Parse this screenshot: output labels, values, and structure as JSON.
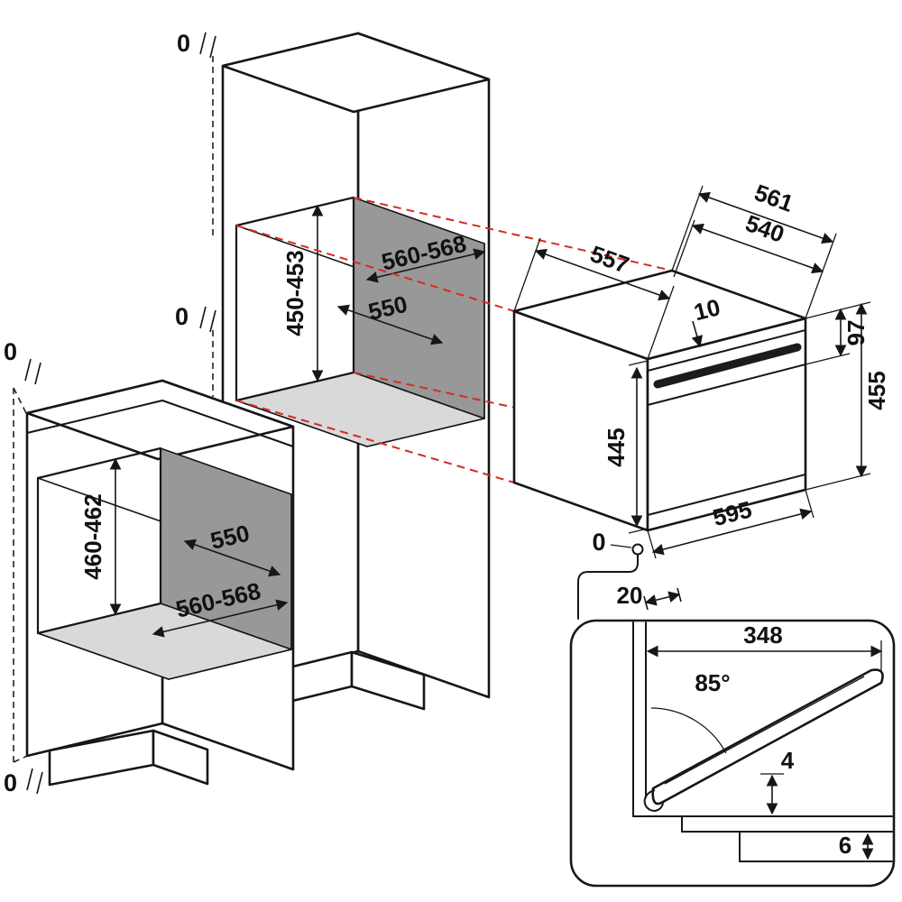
{
  "colors": {
    "line": "#161616",
    "projection_red": "#d62b20",
    "niche_back": "#a6a6a6",
    "niche_side": "#989898",
    "niche_floor": "#d9d9d9"
  },
  "tall_unit": {
    "top_gap": "0",
    "side_gap": "0",
    "niche_width": "560-568",
    "niche_depth": "550",
    "niche_height": "450-453"
  },
  "base_unit": {
    "top_gap": "0",
    "bottom_gap": "0",
    "niche_width": "560-568",
    "niche_depth": "550",
    "niche_height": "460-462"
  },
  "oven": {
    "total_depth": "561",
    "cavity_depth": "540",
    "side_depth": "557",
    "top_clearance": "10",
    "fascia_height": "97",
    "total_height": "455",
    "front_height": "445",
    "width": "595",
    "floor_gap": "0",
    "front_offset": "20"
  },
  "door": {
    "open_depth": "348",
    "open_angle": "85°",
    "gap_door": "4",
    "gap_floor": "6"
  }
}
